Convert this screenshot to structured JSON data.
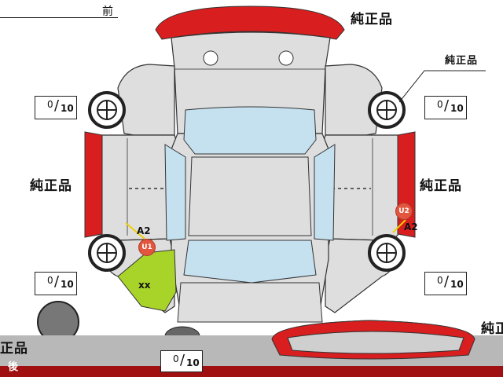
{
  "header": {
    "front_label": "前"
  },
  "part_labels": {
    "top": "純正品",
    "upper_right": "純正品",
    "left": "純正品",
    "right": "純正品",
    "bottom_left": "正品",
    "bottom_right": "純正"
  },
  "rear_label": "後",
  "tire_gauges": [
    {
      "value": "0",
      "max": "10"
    },
    {
      "value": "0",
      "max": "10"
    },
    {
      "value": "0",
      "max": "10"
    },
    {
      "value": "0",
      "max": "10"
    },
    {
      "value": "0",
      "max": "10"
    }
  ],
  "damage_marks": [
    {
      "badge": "U1",
      "code": "A2"
    },
    {
      "badge": "U2",
      "code": "A2"
    }
  ],
  "area_marker": "xx",
  "colors": {
    "body_gray": "#dedede",
    "glass_blue": "#c5e1f0",
    "replaced_red": "#d81e1e",
    "damage_green": "#a8d42a",
    "badge_orange": "#e2553e"
  }
}
